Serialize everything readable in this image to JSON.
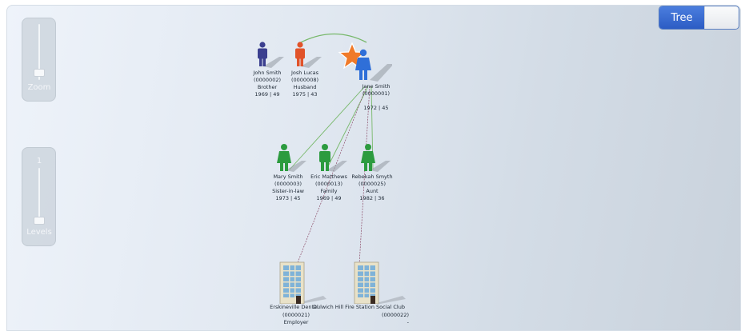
{
  "controls": {
    "zoom_label": "Zoom",
    "levels_value": "1",
    "levels_label": "Levels",
    "view_toggle_label": "Tree"
  },
  "root": {
    "name": "Jane Smith",
    "id": "(0000001)",
    "years": "1972 | 45",
    "color": "#2f6fd8"
  },
  "top_row": [
    {
      "name": "John Smith",
      "id": "(0000002)",
      "relation": "Brother",
      "years": "1969 | 49",
      "color": "#3b3f8f"
    },
    {
      "name": "Josh Lucas",
      "id": "(0000008)",
      "relation": "Husband",
      "years": "1975 | 43",
      "color": "#e1532a"
    }
  ],
  "middle_row": [
    {
      "name": "Mary Smith",
      "id": "(0000003)",
      "relation": "Sister-in-law",
      "years": "1973 | 45",
      "color": "#2c9b3f"
    },
    {
      "name": "Eric Matthews",
      "id": "(0000013)",
      "relation": "Family",
      "years": "1969 | 49",
      "color": "#2c9b3f"
    },
    {
      "name": "Rebekah Smyth",
      "id": "(0000025)",
      "relation": "Aunt",
      "years": "1982 | 36",
      "color": "#2c9b3f"
    }
  ],
  "organizations": [
    {
      "name": "Erskineville Dental",
      "id": "(0000021)",
      "relation": "Employer"
    },
    {
      "name": "Dulwich Hill Fire Station Social Club",
      "id": "(0000022)",
      "relation": "-"
    }
  ],
  "colors": {
    "family_edge": "#77b86a",
    "org_edge": "#8a4a66",
    "star": "#f07a2a",
    "toggle_active": "#3a6fd6"
  }
}
